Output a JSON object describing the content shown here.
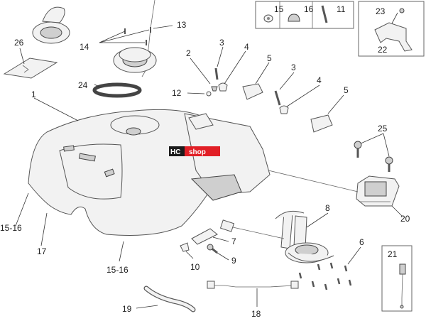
{
  "logo": {
    "left": "HC",
    "right": "shop"
  },
  "labels": {
    "p1": "1",
    "p2": "2",
    "p3a": "3",
    "p3b": "3",
    "p4a": "4",
    "p4b": "4",
    "p5a": "5",
    "p5b": "5",
    "p6": "6",
    "p7": "7",
    "p8": "8",
    "p9": "9",
    "p10": "10",
    "p11": "11",
    "p12": "12",
    "p13": "13",
    "p14": "14",
    "p15": "15",
    "p1516a": "15-16",
    "p1516b": "15-16",
    "p16": "16",
    "p17": "17",
    "p18": "18",
    "p19": "19",
    "p20": "20",
    "p21": "21",
    "p22": "22",
    "p23": "23",
    "p24": "24",
    "p25": "25",
    "p26": "26"
  }
}
